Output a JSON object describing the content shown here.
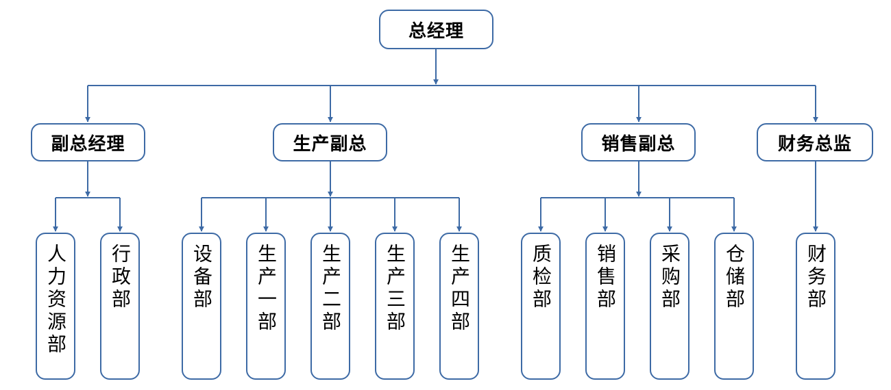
{
  "chart": {
    "line_color": "#3d6aa5",
    "ceo": "总经理",
    "level2": {
      "deputy": "副总经理",
      "production": "生产副总",
      "sales": "销售副总",
      "finance": "财务总监"
    },
    "departments": {
      "hr": "人力资源部",
      "admin": "行政部",
      "equipment": "设备部",
      "prod1": "生产一部",
      "prod2": "生产二部",
      "prod3": "生产三部",
      "prod4": "生产四部",
      "qc": "质检部",
      "sales": "销售部",
      "purchasing": "采购部",
      "warehouse": "仓储部",
      "finance": "财务部"
    }
  }
}
